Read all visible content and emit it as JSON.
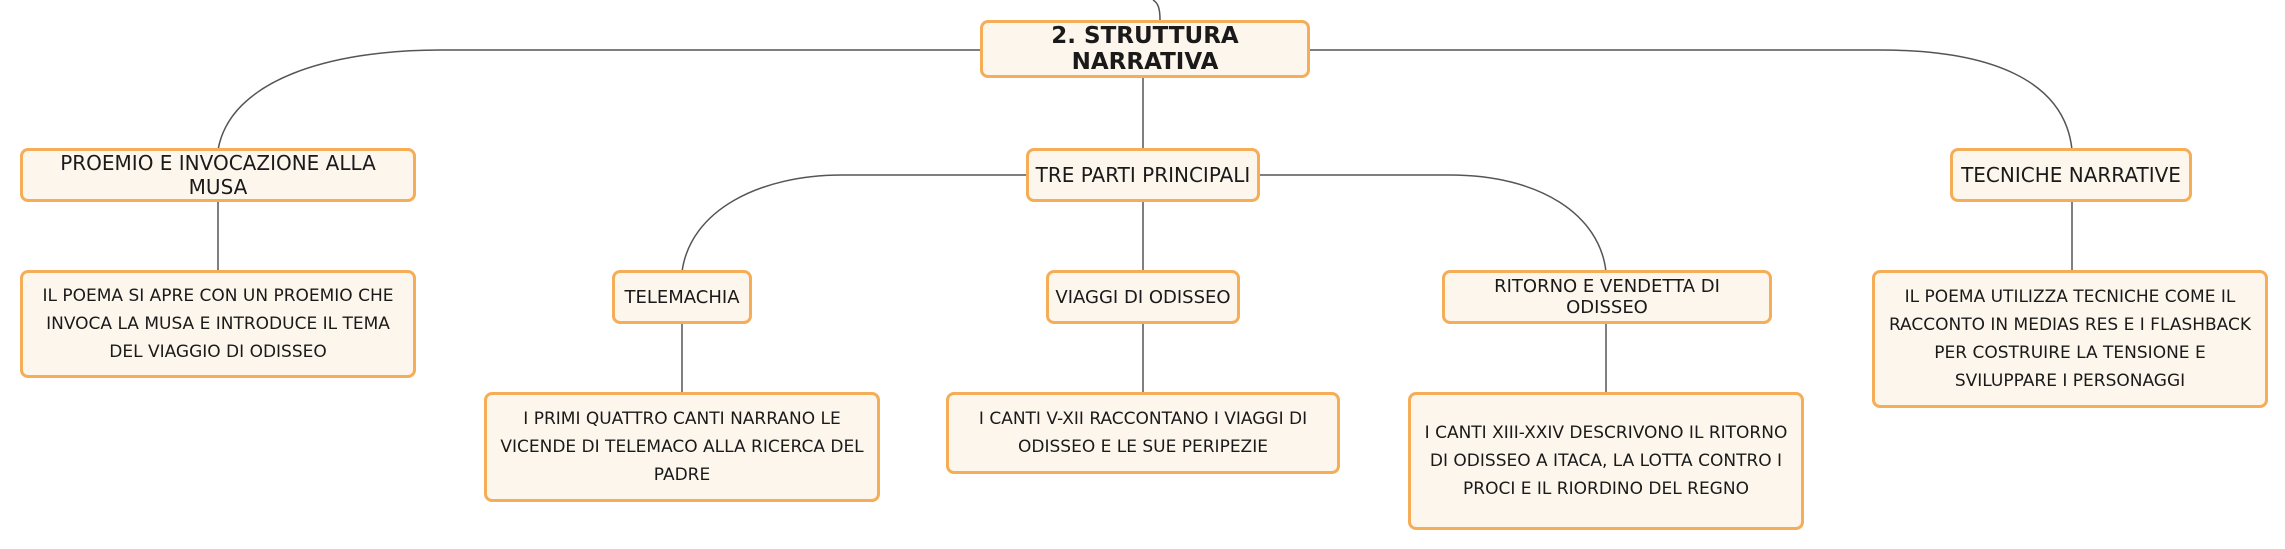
{
  "diagram": {
    "root": {
      "label": "2. STRUTTURA NARRATIVA"
    },
    "branches": [
      {
        "label": "PROEMIO E INVOCAZIONE ALLA MUSA",
        "detail": "IL POEMA SI APRE CON UN PROEMIO CHE INVOCA LA MUSA E INTRODUCE IL TEMA DEL VIAGGIO DI ODISSEO"
      },
      {
        "label": "TRE PARTI PRINCIPALI",
        "children": [
          {
            "label": "TELEMACHIA",
            "detail": "I PRIMI QUATTRO CANTI NARRANO LE VICENDE DI TELEMACO ALLA RICERCA DEL PADRE"
          },
          {
            "label": "VIAGGI DI ODISSEO",
            "detail": "I CANTI V-XII RACCONTANO I VIAGGI DI ODISSEO E LE SUE PERIPEZIE"
          },
          {
            "label": "RITORNO E VENDETTA DI ODISSEO",
            "detail": "I CANTI XIII-XXIV DESCRIVONO IL RITORNO DI ODISSEO A ITACA, LA LOTTA CONTRO I PROCI E IL RIORDINO DEL REGNO"
          }
        ]
      },
      {
        "label": "TECNICHE NARRATIVE",
        "detail": "IL POEMA UTILIZZA TECNICHE COME IL RACCONTO IN MEDIAS RES E I FLASHBACK PER COSTRUIRE LA TENSIONE E SVILUPPARE I PERSONAGGI"
      }
    ]
  },
  "colors": {
    "node_border": "#f5ad58",
    "node_fill": "#fdf6ed",
    "connector": "#555555",
    "text": "#1a1a1a"
  }
}
